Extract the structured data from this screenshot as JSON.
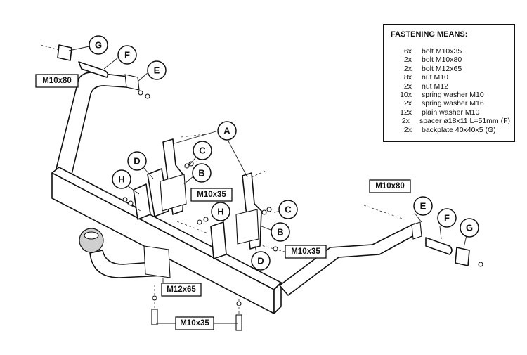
{
  "legend": {
    "title": "FASTENING MEANS:",
    "items": [
      {
        "qty": "6x",
        "desc": "bolt M10x35"
      },
      {
        "qty": "2x",
        "desc": "bolt M10x80"
      },
      {
        "qty": "2x",
        "desc": "bolt M12x65"
      },
      {
        "qty": "8x",
        "desc": "nut M10"
      },
      {
        "qty": "2x",
        "desc": "nut M12"
      },
      {
        "qty": "10x",
        "desc": "spring washer M10"
      },
      {
        "qty": "2x",
        "desc": "spring washer M16"
      },
      {
        "qty": "12x",
        "desc": "plain washer M10"
      },
      {
        "qty": "2x",
        "desc": "spacer ø18x11 L=51mm (F)"
      },
      {
        "qty": "2x",
        "desc": "backplate 40x40x5 (G)"
      }
    ]
  },
  "callouts": {
    "g_left": "G",
    "f_left": "F",
    "e_left": "E",
    "a": "A",
    "c_top": "C",
    "d_top": "D",
    "b_top": "B",
    "h_left": "H",
    "h_mid": "H",
    "c_mid": "C",
    "b_mid": "B",
    "d_mid": "D",
    "e_right": "E",
    "f_right": "F",
    "g_right": "G"
  },
  "sizes": {
    "m10x80_left": "M10x80",
    "m10x35_top": "M10x35",
    "m10x80_right": "M10x80",
    "m10x35_mid": "M10x35",
    "m12x65": "M12x65",
    "m10x35_bottom": "M10x35"
  }
}
